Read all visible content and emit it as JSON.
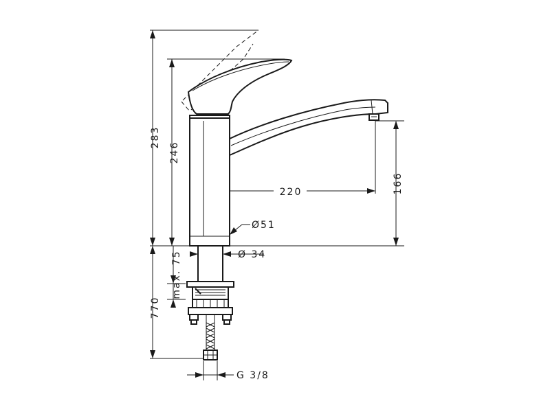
{
  "diagram": {
    "dimensions": {
      "total_height": "283",
      "body_height": "246",
      "spout_reach": "220",
      "spout_height": "166",
      "body_diameter": "Ø51",
      "shank_diameter": "Ø 34",
      "max_thickness": "max. 75",
      "hose_length": "770",
      "connection": "G 3/8"
    }
  }
}
